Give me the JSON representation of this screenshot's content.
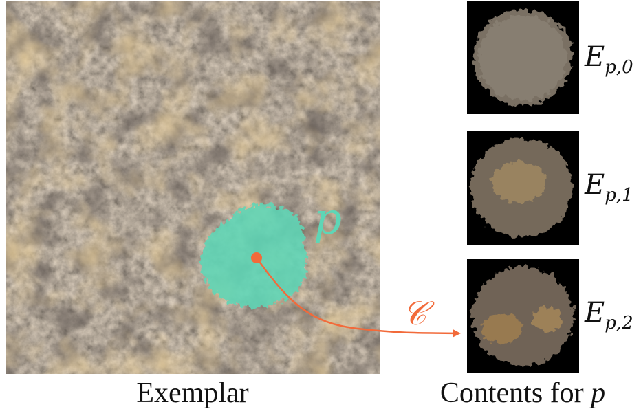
{
  "exemplar": {
    "caption": "Exemplar"
  },
  "region": {
    "label": "p",
    "color": "#5ed6b6"
  },
  "mapping": {
    "label": "𝒞",
    "color": "#f26a3a"
  },
  "contents": {
    "caption_prefix": "Contents for",
    "caption_var": "p",
    "items": [
      {
        "base": "E",
        "sub": "p,0"
      },
      {
        "base": "E",
        "sub": "p,1"
      },
      {
        "base": "E",
        "sub": "p,2"
      }
    ]
  },
  "colors": {
    "accent": "#f26a3a",
    "region": "#5ed6b6",
    "background": "#ffffff",
    "panel": "#000000"
  }
}
